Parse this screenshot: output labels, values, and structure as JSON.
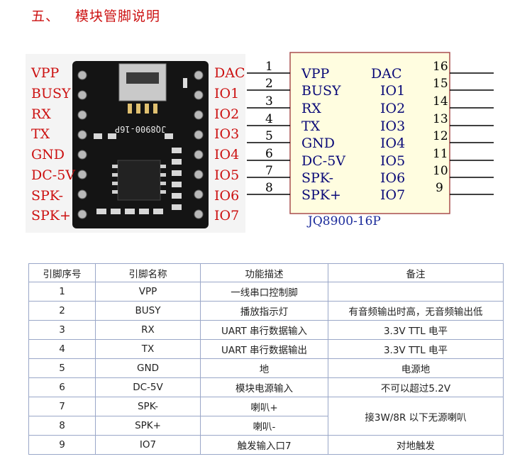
{
  "heading": {
    "number": "五、",
    "text": "模块管脚说明"
  },
  "module": {
    "left_labels": [
      "VPP",
      "BUSY",
      "RX",
      "TX",
      "GND",
      "DC-5V",
      "SPK-",
      "SPK+"
    ],
    "right_labels": [
      "DAC",
      "IO1",
      "IO2",
      "IO3",
      "IO4",
      "IO5",
      "IO6",
      "IO7"
    ],
    "silkscreen": "JQ8900-16P"
  },
  "schematic": {
    "left_pins": [
      {
        "num": "1",
        "name": "VPP"
      },
      {
        "num": "2",
        "name": "BUSY"
      },
      {
        "num": "3",
        "name": "RX"
      },
      {
        "num": "4",
        "name": "TX"
      },
      {
        "num": "5",
        "name": "GND"
      },
      {
        "num": "6",
        "name": "DC-5V"
      },
      {
        "num": "7",
        "name": "SPK-"
      },
      {
        "num": "8",
        "name": "SPK+"
      }
    ],
    "right_pins": [
      {
        "num": "16",
        "name": "DAC"
      },
      {
        "num": "15",
        "name": "IO1"
      },
      {
        "num": "14",
        "name": "IO2"
      },
      {
        "num": "13",
        "name": "IO3"
      },
      {
        "num": "12",
        "name": "IO4"
      },
      {
        "num": "11",
        "name": "IO5"
      },
      {
        "num": "10",
        "name": "IO6"
      },
      {
        "num": "9",
        "name": "IO7"
      }
    ],
    "part_name": "JQ8900-16P"
  },
  "table": {
    "headers": [
      "引脚序号",
      "引脚名称",
      "功能描述",
      "备注"
    ],
    "rows": [
      {
        "no": "1",
        "name": "VPP",
        "desc": "一线串口控制脚",
        "note": ""
      },
      {
        "no": "2",
        "name": "BUSY",
        "desc": "播放指示灯",
        "note": "有音频输出时高，无音频输出低"
      },
      {
        "no": "3",
        "name": "RX",
        "desc": "UART 串行数据输入",
        "note": "3.3V TTL 电平"
      },
      {
        "no": "4",
        "name": "TX",
        "desc": "UART 串行数据输出",
        "note": "3.3V TTL 电平"
      },
      {
        "no": "5",
        "name": "GND",
        "desc": "地",
        "note": "电源地"
      },
      {
        "no": "6",
        "name": "DC-5V",
        "desc": "模块电源输入",
        "note": "不可以超过5.2V"
      },
      {
        "no": "7",
        "name": "SPK-",
        "desc": "喇叭+",
        "note": "接3W/8R 以下无源喇叭"
      },
      {
        "no": "8",
        "name": "SPK+",
        "desc": "喇叭-"
      },
      {
        "no": "9",
        "name": "IO7",
        "desc": "触发输入口7",
        "note": "对地触发"
      }
    ]
  }
}
